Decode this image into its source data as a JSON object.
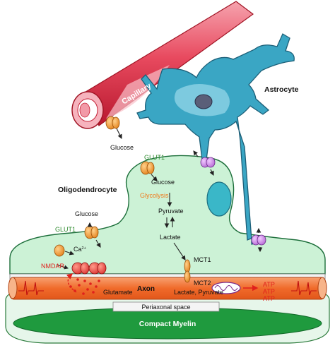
{
  "labels": {
    "capillary": "Capillary",
    "astrocyte": "Astrocyte",
    "oligodendrocyte": "Oligodendrocyte",
    "glucose_top": "Glucose",
    "glut1_top": "GLUT1",
    "glucose_mid": "Glucose",
    "glycolysis": "Glycolysis",
    "pyruvate": "Pyruvate",
    "lactate": "Lactate",
    "glucose_left": "Glucose",
    "glut1_left": "GLUT1",
    "ca": "Ca",
    "ca_sup": "2+",
    "nmdar": "NMDAR",
    "glutamate": "Glutamate",
    "mct1": "MCT1",
    "mct2": "MCT2",
    "axon": "Axon",
    "lactate_pyruvate": "Lactate, Pyruvate",
    "atp1": "ATP",
    "atp2": "ATP",
    "atp3": "ATP",
    "periaxonal": "Periaxonal space",
    "myelin": "Compact Myelin"
  },
  "colors": {
    "capillary": "#e84a5f",
    "astrocyte": "#3aa6c4",
    "oligodendrocyte": "#ccf2d6",
    "axon": "#f06a2a",
    "myelin": "#1f9a3e",
    "transporter": "#f08a1c",
    "receptor": "#e23b3b",
    "astro_channel": "#c77be0",
    "glycolysis_text": "#f07a1c",
    "glut_text": "#2e8b2e",
    "red_text": "#e0201c"
  }
}
